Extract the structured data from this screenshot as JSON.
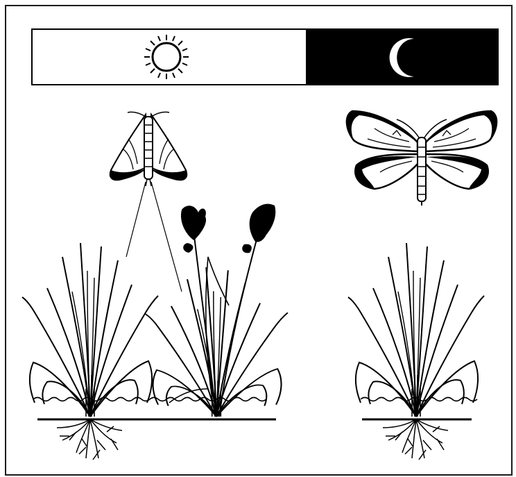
{
  "panels": {
    "day": {
      "icon": "sun-icon",
      "background": "#ffffff"
    },
    "night": {
      "icon": "crescent-moon-icon",
      "background": "#000000"
    }
  },
  "moths": [
    {
      "name": "moth-resting",
      "pose": "wings-folded"
    },
    {
      "name": "moth-flying",
      "pose": "wings-spread"
    }
  ],
  "plants": [
    {
      "name": "rice-plant-left",
      "kind": "rice"
    },
    {
      "name": "weed-grass-center",
      "kind": "flowering-grass"
    },
    {
      "name": "rice-plant-right",
      "kind": "rice"
    }
  ],
  "colors": {
    "ink": "#000000",
    "paper": "#ffffff",
    "frame": "#1a1a1a"
  }
}
